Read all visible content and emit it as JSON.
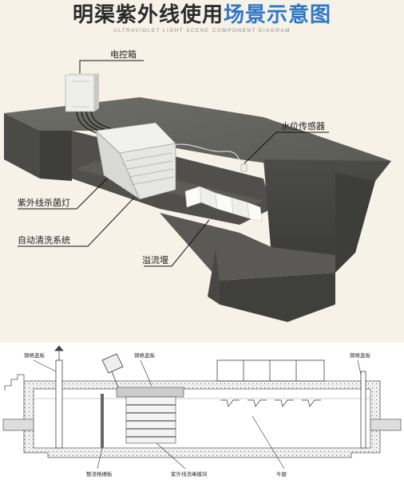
{
  "header": {
    "title_part1": "明渠紫外线使用",
    "title_part2": "场景示意图",
    "subtitle": "ULTRAVIOLET LIGHT SCENE COMPONENT DIAGRAM",
    "accent_color": "#2f77c9"
  },
  "scene": {
    "labels": {
      "control_box": "电控箱",
      "level_sensor": "水位传感器",
      "uv_lamp": "紫外线杀菌灯",
      "auto_clean": "自动清洗系统",
      "overflow_weir": "溢流堰"
    }
  },
  "section": {
    "labels": {
      "grating_left": "钢格盖板",
      "grating_mid": "钢格盖板",
      "grating_right": "钢格盖板",
      "flow_plate": "整流格栅板",
      "uv_module": "紫外线消毒模块",
      "weir": "牛腿"
    }
  }
}
